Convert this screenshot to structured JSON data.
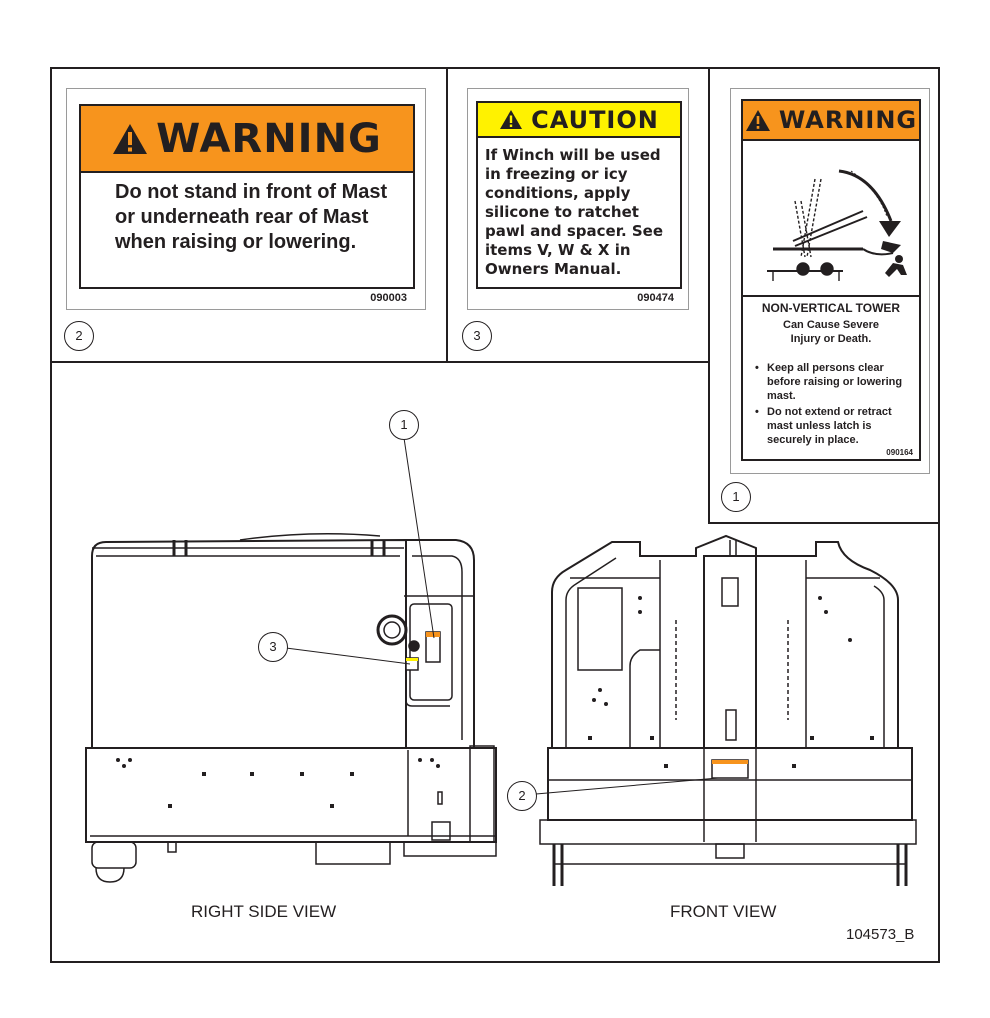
{
  "decal_warning_mast": {
    "header": "WARNING",
    "text": "Do not stand in front of Mast or underneath rear of Mast when raising or lowering.",
    "code": "090003",
    "callout": "2",
    "header_color": "#f7941d"
  },
  "decal_caution_winch": {
    "header": "CAUTION",
    "text": "If Winch will be used in freezing or icy conditions, apply silicone to ratchet pawl and spacer. See items V, W & X in Owners Manual.",
    "code": "090474",
    "callout": "3",
    "header_color": "#fff200"
  },
  "decal_warning_tower": {
    "header": "WARNING",
    "title": "NON-VERTICAL TOWER",
    "subtitle": "Can Cause Severe Injury or Death.",
    "bullets": [
      "Keep all persons clear before raising or lowering mast.",
      "Do not extend or retract mast unless latch is securely in place."
    ],
    "code": "090164",
    "callout": "1",
    "header_color": "#f7941d"
  },
  "views": {
    "right_side": {
      "label": "RIGHT SIDE VIEW",
      "callouts": [
        "1",
        "3"
      ]
    },
    "front": {
      "label": "FRONT VIEW",
      "callouts": [
        "2"
      ]
    }
  },
  "drawing_number": "104573_B"
}
